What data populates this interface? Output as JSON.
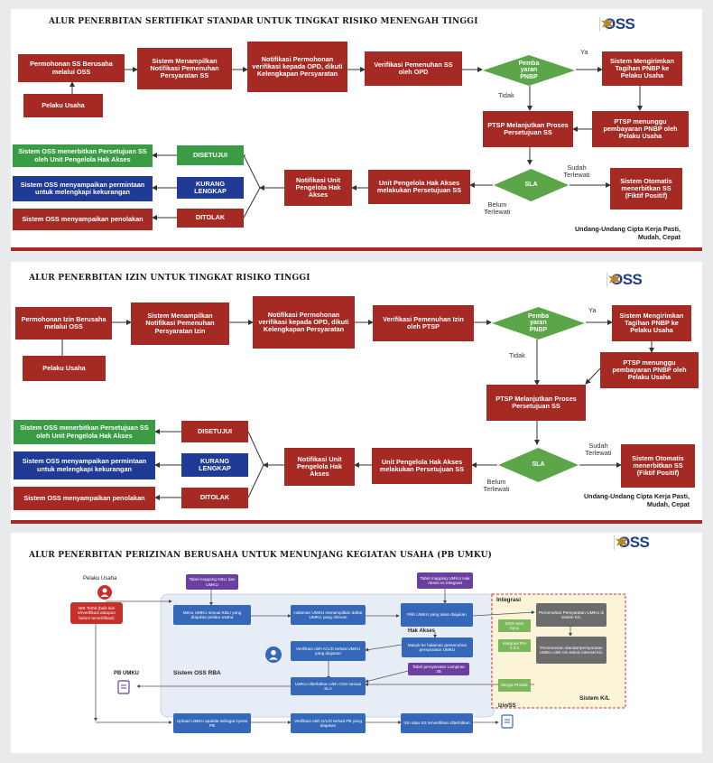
{
  "panel1": {
    "title": "ALUR PENERBITAN SERTIFIKAT STANDAR UNTUK TINGKAT RISIKO MENENGAH TINGGI",
    "logo_text": "OSS",
    "boxes": {
      "permohonan": "Permohonan SS Berusaha melalui OSS",
      "pelaku": "Pelaku Usaha",
      "sistem": "Sistem Menampilkan Notifikasi Pemenuhan Persyaratan SS",
      "notifikasi": "Notifikasi Permohonan verifikasi kepada OPD, dikuti Kelengkapan Persyaratan",
      "verifikasi": "Verifikasi Pemenuhan SS oleh OPD",
      "tagihan": "Sistem Mengirimkan Tagihan PNBP ke Pelaku Usaha",
      "menunggu": "PTSP menunggu pembayaran PNBP oleh Pelaku Usaha",
      "melanjutkan": "PTSP Melanjutkan Proses Persetujuan SS",
      "otomatis": "Sistem Otomatis menerbitkan SS (Fiktif Positif)",
      "unit": "Unit Pengelola Hak Akses melakukan Persetujuan SS",
      "notif_unit": "Notifikasi Unit Pengelola Hak Akses",
      "disetujui": "DISETUJUI",
      "kurang": "KURANG LENGKAP",
      "ditolak": "DITOLAK",
      "terbit": "Sistem OSS menerbitkan Persetujuan SS oleh Unit Pengelola Hak Akses",
      "kekurangan": "Sistem OSS menyampaikan permintaan untuk melengkapi kekurangan",
      "penolakan": "Sistem OSS menyampaikan penolakan"
    },
    "diamond_pnbp": "Pemba yaran PNBP",
    "diamond_sla": "SLA",
    "labels": {
      "ya": "Ya",
      "tidak": "Tidak",
      "sudah": "Sudah Terlewati",
      "belum": "Belum Terlewati"
    },
    "footer": "Undang-Undang Cipta Kerja Pasti, Mudah, Cepat"
  },
  "panel2": {
    "title": "ALUR PENERBITAN IZIN UNTUK TINGKAT RISIKO TINGGI",
    "logo_text": "OSS",
    "boxes": {
      "permohonan": "Permohonan Izin Berusaha melalui OSS",
      "pelaku": "Pelaku Usaha",
      "sistem": "Sistem Menampilkan Notifikasi Pemenuhan Persyaratan Izin",
      "notifikasi": "Notifikasi Permohonan verifikasi kepada OPD, dikuti Kelengkapan Persyaratan",
      "verifikasi": "Verifikasi Pemenuhan Izin oleh PTSP",
      "tagihan": "Sistem Mengirimkan Tagihan PNBP ke Pelaku Usaha",
      "menunggu": "PTSP menunggu pembayaran PNBP oleh Pelaku Usaha",
      "melanjutkan": "PTSP Melanjutkan Proses Persetujuan SS",
      "otomatis": "Sistem Otomatis menerbitkan SS (Fiktif Positif)",
      "unit": "Unit Pengelola Hak Akses melakukan Persetujuan SS",
      "notif_unit": "Notifikasi Unit Pengelola Hak Akses",
      "disetujui": "DISETUJUI",
      "kurang": "KURANG LENGKAP",
      "ditolak": "DITOLAK",
      "terbit": "Sistem OSS menerbitkan Persetujuan SS oleh Unit Pengelola Hak Akses",
      "kekurangan": "Sistem OSS menyampaikan permintaan untuk melengkapi kekurangan",
      "penolakan": "Sistem OSS menyampaikan penolakan"
    },
    "diamond_pnbp": "Pemba yaran PNBP",
    "diamond_sla": "SLA",
    "labels": {
      "ya": "Ya",
      "tidak": "Tidak",
      "sudah": "Sudah Terlewati",
      "belum": "Belum Terlewati"
    },
    "footer": "Undang-Undang Cipta Kerja Pasti, Mudah, Cepat"
  },
  "panel3": {
    "title": "ALUR PENERBITAN PERIZINAN BERUSAHA UNTUK MENUNJANG KEGIATAN USAHA (PB UMKU)",
    "logo_text": "OSS",
    "pelaku_usaha": "Pelaku Usaha",
    "nib": "NIB Terbit (baik lain terverifikasi ataupun belum terverifikasi)",
    "tabel1": "Tabel mapping KBLI dan UMKU",
    "tabel2": "Tabel mapping UMKU Hak Akses vs Integrasi",
    "menu": "Menu UMKU sesuai KBLI yang diajukan pelaku usaha",
    "halaman": "Halaman UMKU menampilkan daftar UMKU yang relevan",
    "pilih": "Pilih UMKU yang akan diajukan",
    "verif1": "Verifikasi oleh K/L/D terkait UMKU yang diajukan",
    "masuk": "Masuk ke halaman pemenuhan persyaratan UMKU",
    "hak_akses": "Hak Akses",
    "tabel3": "Tabel persyaratan Lampiran 3B",
    "diterbitkan": "UMKU diterbitkan oleh OSS sesuai SLA",
    "sistem_rba": "Sistem OSS RBA",
    "pb_umku": "PB UMKU",
    "integrasi": "Integrasi",
    "sso": "SSO User Sync",
    "pia": "Integrasi PIA 4.3.1",
    "merge": "Merge Produk",
    "pemenuhan": "Pemenuhan Persyaratan UMKU di sistem K/L",
    "pemrosesan": "Pemrosesan standar/persyaratan UMKU oleh tim teknis internal K/L",
    "sistem_kl": "Sistem K/L",
    "upload": "Upload UMKU apabila sebagai syarat PB",
    "verif2": "Verifikasi oleh K/L/D terkait PB yang diajukan",
    "izin": "Izin atau SS terverifikasi diterbitkan",
    "izin_ss": "Izin/SS"
  }
}
